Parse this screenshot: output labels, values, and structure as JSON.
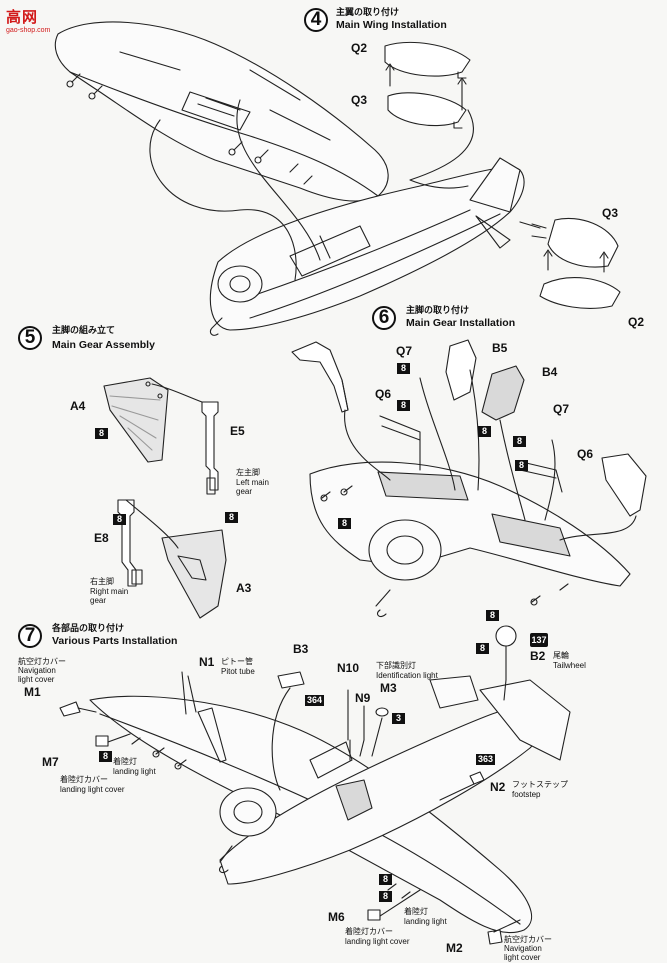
{
  "watermark": {
    "title": "高网",
    "url": "gao-shop.com"
  },
  "steps": [
    {
      "num": "4",
      "jp": "主翼の取り付け",
      "en": "Main Wing Installation"
    },
    {
      "num": "5",
      "jp": "主脚の組み立て",
      "en": "Main Gear Assembly"
    },
    {
      "num": "6",
      "jp": "主脚の取り付け",
      "en": "Main Gear Installation"
    },
    {
      "num": "7",
      "jp": "各部品の取り付け",
      "en": "Various Parts Installation"
    }
  ],
  "step4": {
    "q2a": "Q2",
    "q3a": "Q3",
    "q3b": "Q3",
    "q2b": "Q2"
  },
  "step5": {
    "a4": "A4",
    "box1": "8",
    "e5": "E5",
    "left_jp": "左主脚",
    "left_en1": "Left main",
    "left_en2": "gear",
    "box2": "8",
    "e8": "E8",
    "box3": "8",
    "right_jp": "右主脚",
    "right_en1": "Right main",
    "right_en2": "gear",
    "a3": "A3"
  },
  "step6": {
    "q7a": "Q7",
    "box_q7a": "8",
    "b5": "B5",
    "b4": "B4",
    "q6a": "Q6",
    "box_q6a": "8",
    "box_b4": "8",
    "q7b": "Q7",
    "box_q7b": "8",
    "q6b": "Q6",
    "box_q6b": "8",
    "box_left": "8",
    "box_bottom": "8"
  },
  "step7": {
    "n1": "N1",
    "n1_jp": "ピトー管",
    "n1_en": "Pitot tube",
    "b3": "B3",
    "box_364": "364",
    "nav_jp": "航空灯カバー",
    "nav_en1": "Navigation",
    "nav_en2": "light cover",
    "m1": "M1",
    "n10": "N10",
    "id_jp": "下部識別灯",
    "id_en": "Identification light",
    "m3": "M3",
    "n9": "N9",
    "box_3": "3",
    "box_137": "137",
    "box_8_b2": "8",
    "b2": "B2",
    "tail_jp": "尾輪",
    "tail_en": "Tailwheel",
    "m7": "M7",
    "box_8_m7": "8",
    "land_jp": "着陸灯",
    "land_en": "landing light",
    "landcov_jp": "着陸灯カバー",
    "landcov_en": "landing light cover",
    "box_363": "363",
    "n2": "N2",
    "n2_jp": "フットステップ",
    "n2_en": "footstep",
    "m6": "M6",
    "box_8_m6a": "8",
    "box_8_m6b": "8",
    "land2_jp": "着陸灯",
    "land2_en": "landing light",
    "landcov2_jp": "着陸灯カバー",
    "landcov2_en": "landing light cover",
    "m2": "M2",
    "nav2_jp": "航空灯カバー",
    "nav2_en1": "Navigation",
    "nav2_en2": "light cover"
  }
}
